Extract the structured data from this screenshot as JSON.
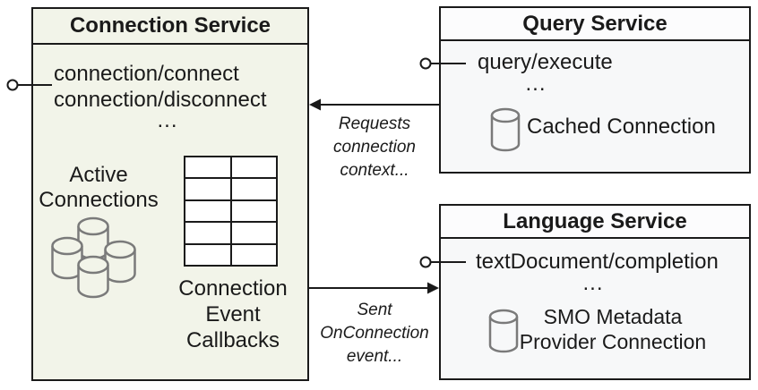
{
  "connection_service": {
    "title": "Connection Service",
    "methods": [
      "connection/connect",
      "connection/disconnect"
    ],
    "ellipsis": "...",
    "active_connections_label": "Active\nConnections",
    "callbacks_label": "Connection\nEvent\nCallbacks"
  },
  "query_service": {
    "title": "Query Service",
    "methods": [
      "query/execute"
    ],
    "ellipsis": "...",
    "connection_label": "Cached Connection"
  },
  "language_service": {
    "title": "Language Service",
    "methods": [
      "textDocument/completion"
    ],
    "ellipsis": "...",
    "connection_label": "SMO Metadata\nProvider Connection"
  },
  "edges": {
    "requests_label": "Requests\nconnection\ncontext...",
    "sent_label": "Sent\nOnConnection\nevent..."
  },
  "colors": {
    "connection_fill": "#f2f4e9",
    "service_body_fill": "#f7f8f9",
    "service_header_fill": "#fcfcfd",
    "border": "#1a1a1a",
    "cylinder_stroke": "#7a7a7a",
    "text": "#1a1a1a"
  }
}
